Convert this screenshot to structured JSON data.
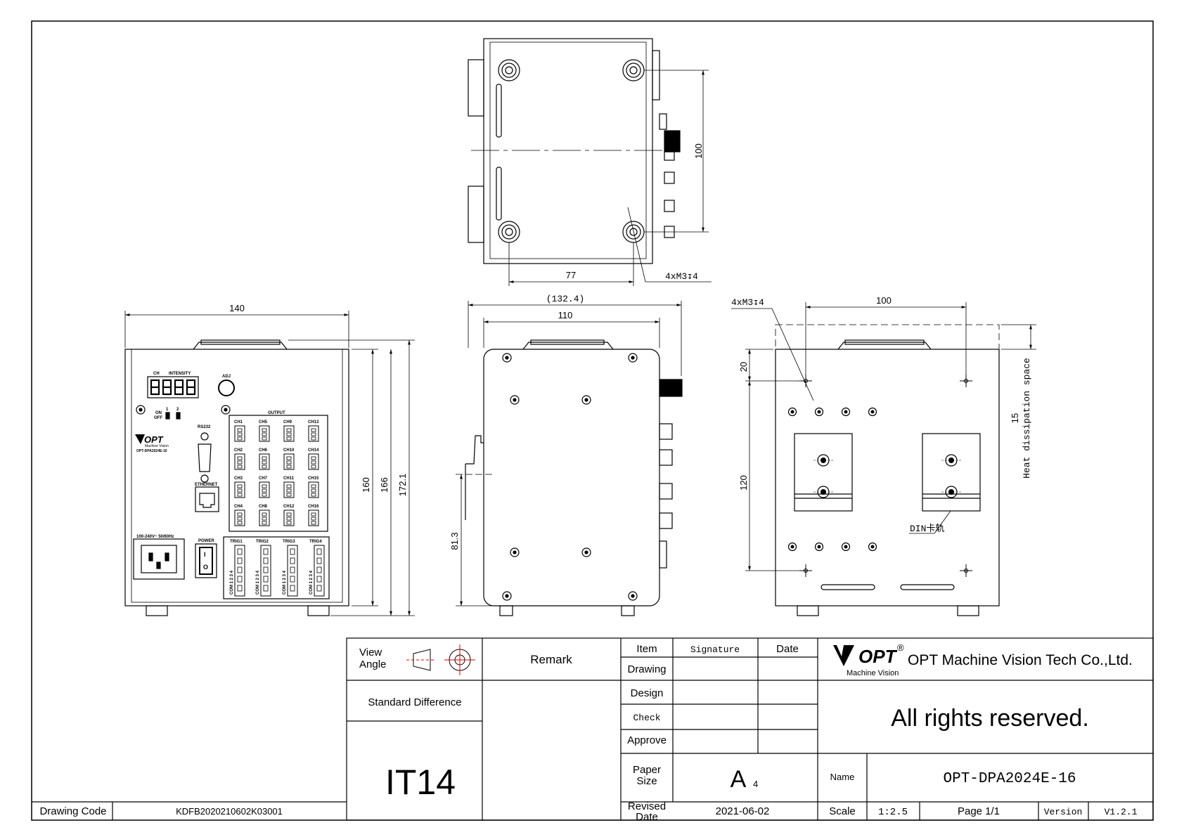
{
  "top_view": {
    "dim_height": "100",
    "dim_width": "77",
    "screw_note": "4xM3↧4"
  },
  "front_view": {
    "dim_width": "140",
    "dim_h1": "160",
    "dim_h2": "166",
    "dim_h3": "172.1",
    "panel": {
      "ch_label": "CH",
      "intensity_label": "INTENSITY",
      "adj_label": "ADJ",
      "on_label": "ON",
      "off_label": "OFF",
      "sw1": "1",
      "sw2": "2",
      "logo_text": "OPT",
      "logo_sub": "Machine Vision",
      "model": "OPT-DPA2024E-16",
      "rs232": "RS232",
      "ethernet": "ETHERNET",
      "output": "OUTPUT",
      "channels": [
        "CH1",
        "CH5",
        "CH9",
        "CH13",
        "CH2",
        "CH6",
        "CH10",
        "CH14",
        "CH3",
        "CH7",
        "CH11",
        "CH15",
        "CH4",
        "CH8",
        "CH12",
        "CH16"
      ],
      "power_spec": "100-240V~ 50/60Hz",
      "power": "POWER",
      "power_on": "I",
      "power_off": "O",
      "triggers": [
        "TRIG1",
        "TRIG2",
        "TRIG3",
        "TRIG4"
      ],
      "trig_pins": "COM 1 2 3 4"
    }
  },
  "side_view": {
    "dim_outer": "(132.4)",
    "dim_inner": "110",
    "dim_height": "81.3"
  },
  "rear_view": {
    "screw_note": "4xM3↧4",
    "dim_width": "100",
    "dim_20": "20",
    "dim_120": "120",
    "dim_15": "15",
    "heat_label": "Heat dissipation space",
    "din_label": "DIN卡轨"
  },
  "title_block": {
    "drawing_code_label": "Drawing Code",
    "drawing_code": "KDFB2020210602K03001",
    "view_angle": [
      "View",
      "Angle"
    ],
    "remark": "Remark",
    "standard_difference": "Standard Difference",
    "tolerance": "IT14",
    "item": "Item",
    "signature": "Signature",
    "date": "Date",
    "drawing": "Drawing",
    "design": "Design",
    "check": "Check",
    "approve": "Approve",
    "paper_size_label": [
      "Paper",
      "Size"
    ],
    "paper_size": "A",
    "paper_size_sub": "4",
    "revised_date_label": [
      "Revised",
      "Date"
    ],
    "revised_date": "2021-06-02",
    "logo": "OPT",
    "logo_reg": "®",
    "logo_sub": "Machine Vision",
    "company": "OPT Machine Vision Tech Co.,Ltd.",
    "rights": "All rights reserved.",
    "name_label": "Name",
    "name": "OPT-DPA2024E-16",
    "scale_label": "Scale",
    "scale": "1:2.5",
    "page": "Page 1/1",
    "version_label": "Version",
    "version": "V1.2.1"
  }
}
